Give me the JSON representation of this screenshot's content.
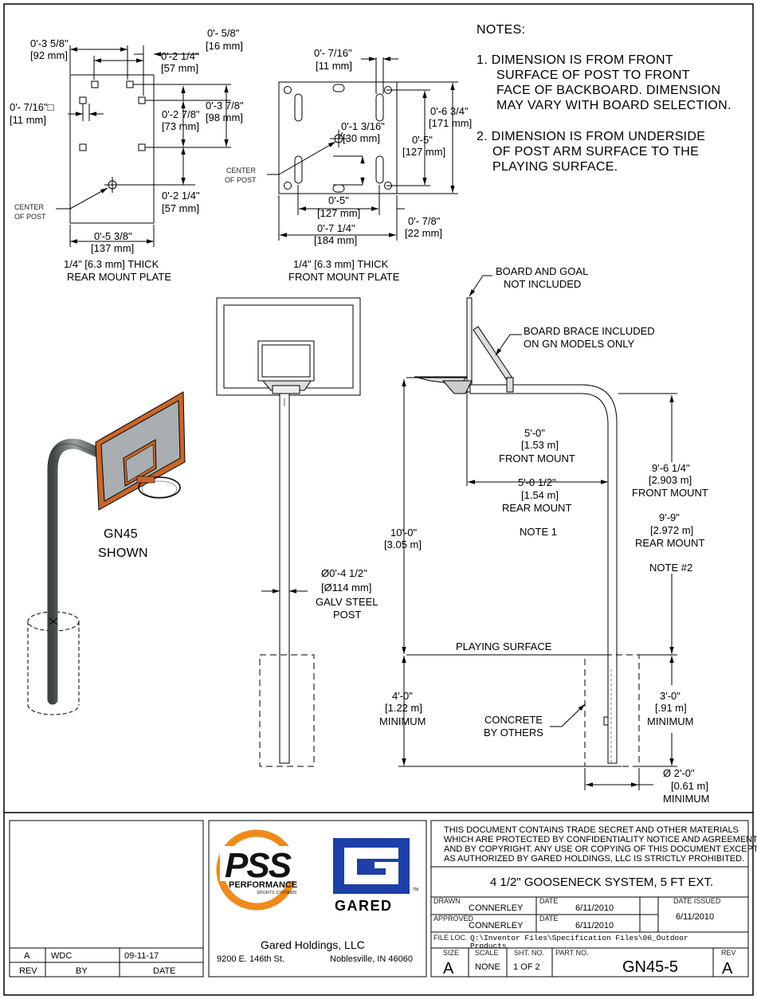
{
  "notes": {
    "title": "NOTES:",
    "n1": [
      "1.  DIMENSION IS FROM FRONT",
      "SURFACE OF POST TO FRONT",
      "FACE OF BACKBOARD. DIMENSION",
      "MAY VARY WITH  BOARD SELECTION."
    ],
    "n2": [
      "2.  DIMENSION IS FROM UNDERSIDE",
      "OF POST ARM SURFACE TO THE",
      "PLAYING SURFACE."
    ]
  },
  "rear_plate": {
    "d_top_left": [
      "0'-3 5/8\"",
      "[92 mm]"
    ],
    "d_top_right": [
      "0'- 5/8\"",
      "[16 mm]"
    ],
    "d_2_14": [
      "0'-2 1/4\"",
      "[57 mm]"
    ],
    "d_hole": [
      "0'- 7/16\"□",
      "[11 mm]"
    ],
    "d_2_78": [
      "0'-2 7/8\"",
      "[73 mm]"
    ],
    "d_3_78": [
      "0'-3 7/8\"",
      "[98 mm]"
    ],
    "d_2_14b": [
      "0'-2 1/4\"",
      "[57 mm]"
    ],
    "d_width": [
      "0'-5 3/8\"",
      "[137 mm]"
    ],
    "center": [
      "CENTER",
      "OF POST"
    ],
    "caption": [
      "1/4\" [6.3 mm] THICK",
      "REAR MOUNT PLATE"
    ]
  },
  "front_plate": {
    "d_slot": [
      "0'- 7/16\"",
      "[11 mm]"
    ],
    "d_hole": [
      "0'-1 3/16\"",
      "[30 mm]"
    ],
    "d_6_34": [
      "0'-6 3/4\"",
      "[171 mm]"
    ],
    "d_5": [
      "0'-5\"",
      "[127 mm]"
    ],
    "d_5b": [
      "0'-5\"",
      "[127 mm]"
    ],
    "d_7_14": [
      "0'-7 1/4\"",
      "[184 mm]"
    ],
    "d_78": [
      "0'- 7/8\"",
      "[22 mm]"
    ],
    "center": [
      "CENTER",
      "OF POST"
    ],
    "caption": [
      "1/4\" [6.3 mm] THICK",
      "FRONT MOUNT PLATE"
    ]
  },
  "iso": {
    "label": [
      "GN45",
      "SHOWN"
    ]
  },
  "front_view": {
    "height": [
      "10'-0\"",
      "[3.05 m]"
    ],
    "depth": [
      "4'-0\"",
      "[1.22 m]",
      "MINIMUM"
    ],
    "post": [
      "Ø0'-4 1/2\"",
      "[Ø114 mm]",
      "GALV STEEL",
      "POST"
    ],
    "playing_surface": "PLAYING SURFACE"
  },
  "side_view": {
    "board_note": [
      "BOARD AND GOAL",
      "NOT INCLUDED"
    ],
    "brace_note": [
      "BOARD BRACE INCLUDED",
      "ON GN MODELS ONLY"
    ],
    "ext_front": [
      "5'-0\"",
      "[1.53 m]",
      "FRONT MOUNT"
    ],
    "ext_rear": [
      "5'-0 1/2\"",
      "[1.54 m]",
      "REAR MOUNT"
    ],
    "note1": "NOTE 1",
    "h_front": [
      "9'-6 1/4\"",
      "[2.903 m]",
      "FRONT MOUNT"
    ],
    "h_rear": [
      "9'-9\"",
      "[2.972 m]",
      "REAR MOUNT"
    ],
    "note2": "NOTE #2",
    "concrete": [
      "CONCRETE",
      "BY OTHERS"
    ],
    "depth": [
      "3'-0\"",
      "[.91 m]",
      "MINIMUM"
    ],
    "dia": [
      "Ø  2'-0\"",
      "[0.61 m]",
      "MINIMUM"
    ]
  },
  "revision": {
    "rev": "A",
    "by": "WDC",
    "date": "09-11-17",
    "h_rev": "REV",
    "h_by": "BY",
    "h_date": "DATE"
  },
  "company": {
    "pss_brand": "PSS",
    "pss_line1": "PERFORMANCE",
    "pss_line2": "SPORTS SYSTEMS",
    "gared_brand": "GARED",
    "tm": "TM",
    "name": "Gared Holdings, LLC",
    "street": "9200 E. 146th St.",
    "city": "Noblesville, IN 46060"
  },
  "title_block": {
    "confidential": [
      "THIS DOCUMENT CONTAINS TRADE SECRET AND OTHER MATERIALS",
      "WHICH ARE PROTECTED BY CONFIDENTIALITY NOTICE AND AGREEMENT",
      "AND BY COPYRIGHT.  ANY USE OR COPYING OF THIS DOCUMENT EXCEPT",
      "AS AUTHORIZED BY GARED HOLDINGS, LLC IS STRICTLY PROHIBITED."
    ],
    "title": "4 1/2\" GOOSENECK SYSTEM, 5 FT EXT.",
    "drawn_lbl": "DRAWN",
    "drawn": "CONNERLEY",
    "date_lbl": "DATE",
    "drawn_date": "6/11/2010",
    "issued_lbl": "DATE ISSUED",
    "issued": "6/11/2010",
    "approved_lbl": "APPROVED",
    "approved": "CONNERLEY",
    "approved_date": "6/11/2010",
    "fileloc_lbl": "FILE LOC.",
    "fileloc": [
      "Q:\\Inventor Files\\Specification Files\\06_Outdoor",
      "Products"
    ],
    "size_lbl": "SIZE",
    "size": "A",
    "scale_lbl": "SCALE",
    "scale": "NONE",
    "sheet_lbl": "SHT. NO.",
    "sheet": "1  OF 2",
    "part_lbl": "PART NO.",
    "part": "GN45-5",
    "rev_lbl": "REV",
    "rev": "A"
  },
  "colors": {
    "board_frame": "#c8662a",
    "pss_orange": "#f08a1c",
    "gared_blue": "#1c3fa8"
  }
}
